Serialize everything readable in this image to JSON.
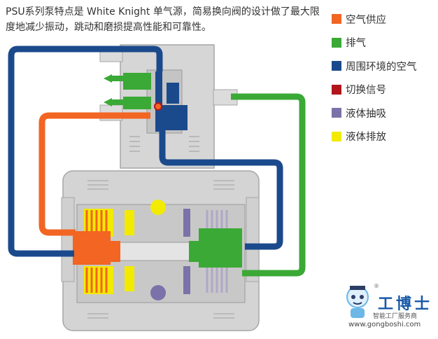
{
  "intro_text": "PSU系列泵特点是 White Knight 单气源，简易换向阀的设计做了最大限度地减少振动，跳动和磨损提高性能和可靠性。",
  "legend": [
    {
      "label": "空气供应",
      "color": "#f26522"
    },
    {
      "label": "排气",
      "color": "#3aa935"
    },
    {
      "label": "周围环境的空气",
      "color": "#1b4a8c"
    },
    {
      "label": "切换信号",
      "color": "#b0161b"
    },
    {
      "label": "液体抽吸",
      "color": "#7a72a8"
    },
    {
      "label": "液体排放",
      "color": "#f2ea00"
    }
  ],
  "colors": {
    "body": "#d8d8d8",
    "body_edge": "#a8a8a8",
    "air": "#f26522",
    "exhaust": "#3aa935",
    "ambient": "#1b4a8c",
    "signal": "#b0161b",
    "suction": "#7a72a8",
    "discharge": "#f2ea00"
  },
  "logo": {
    "name": "工博士",
    "subtitle": "智能工厂服务商",
    "url": "www.gongboshi.com",
    "reg": "®"
  }
}
